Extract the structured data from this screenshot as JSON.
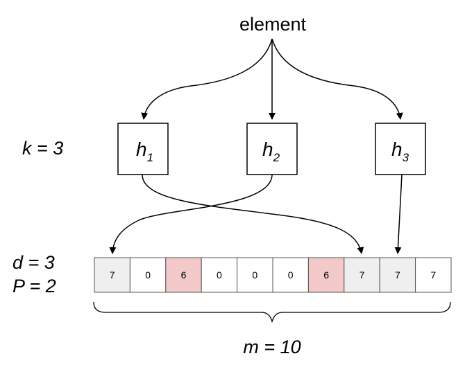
{
  "element_label": "element",
  "k_label": "k = 3",
  "d_label": "d = 3",
  "p_label": "P = 2",
  "m_label": "m = 10",
  "hash_functions": [
    {
      "base": "h",
      "sub": "1"
    },
    {
      "base": "h",
      "sub": "2"
    },
    {
      "base": "h",
      "sub": "3"
    }
  ],
  "cells": [
    {
      "value": "7",
      "highlight": "gray"
    },
    {
      "value": "0",
      "highlight": "none"
    },
    {
      "value": "6",
      "highlight": "pink"
    },
    {
      "value": "0",
      "highlight": "none"
    },
    {
      "value": "0",
      "highlight": "none"
    },
    {
      "value": "0",
      "highlight": "none"
    },
    {
      "value": "6",
      "highlight": "pink"
    },
    {
      "value": "7",
      "highlight": "gray"
    },
    {
      "value": "7",
      "highlight": "gray"
    },
    {
      "value": "7",
      "highlight": "none"
    }
  ],
  "colors": {
    "gray": "#efefef",
    "pink": "#f3c9c9",
    "none": "#ffffff"
  }
}
